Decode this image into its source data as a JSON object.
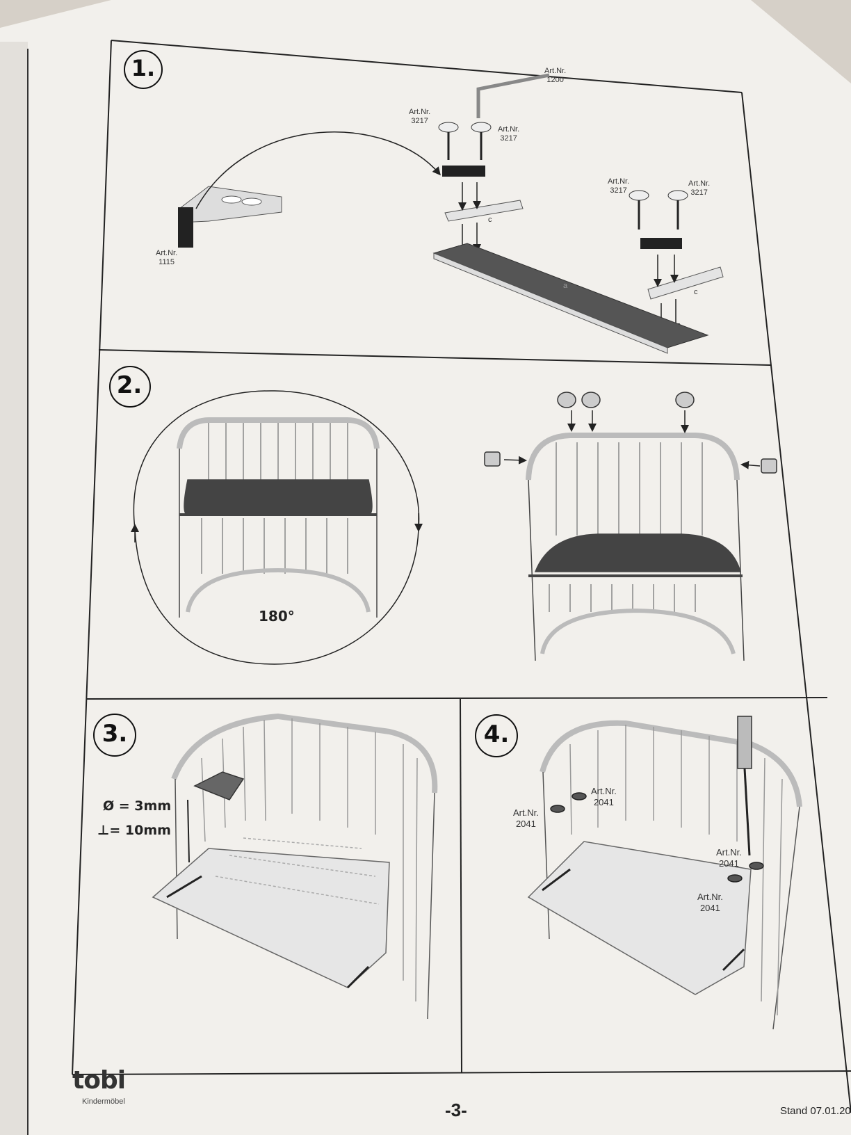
{
  "steps": [
    {
      "number": "1."
    },
    {
      "number": "2."
    },
    {
      "number": "3."
    },
    {
      "number": "4."
    }
  ],
  "step1": {
    "labels": [
      {
        "a": "Art.Nr.",
        "b": "1200"
      },
      {
        "a": "Art.Nr.",
        "b": "3217"
      },
      {
        "a": "Art.Nr.",
        "b": "3217"
      },
      {
        "a": "Art.Nr.",
        "b": "3217"
      },
      {
        "a": "Art.Nr.",
        "b": "3217"
      },
      {
        "a": "Art.Nr.",
        "b": "1115"
      }
    ],
    "part_letters": [
      "c",
      "c",
      "a"
    ]
  },
  "step2": {
    "rotation": "180°"
  },
  "step3": {
    "drill_diameter": "Ø = 3mm",
    "drill_depth": "⊥= 10mm"
  },
  "step4": {
    "labels": [
      {
        "a": "Art.Nr.",
        "b": "2041"
      },
      {
        "a": "Art.Nr.",
        "b": "2041"
      },
      {
        "a": "Art.Nr.",
        "b": "2041"
      },
      {
        "a": "Art.Nr.",
        "b": "2041"
      }
    ]
  },
  "footer": {
    "logo": "tobi",
    "logo_sub": "Kindermöbel",
    "page_number": "-3-",
    "stand": "Stand 07.01.20"
  }
}
